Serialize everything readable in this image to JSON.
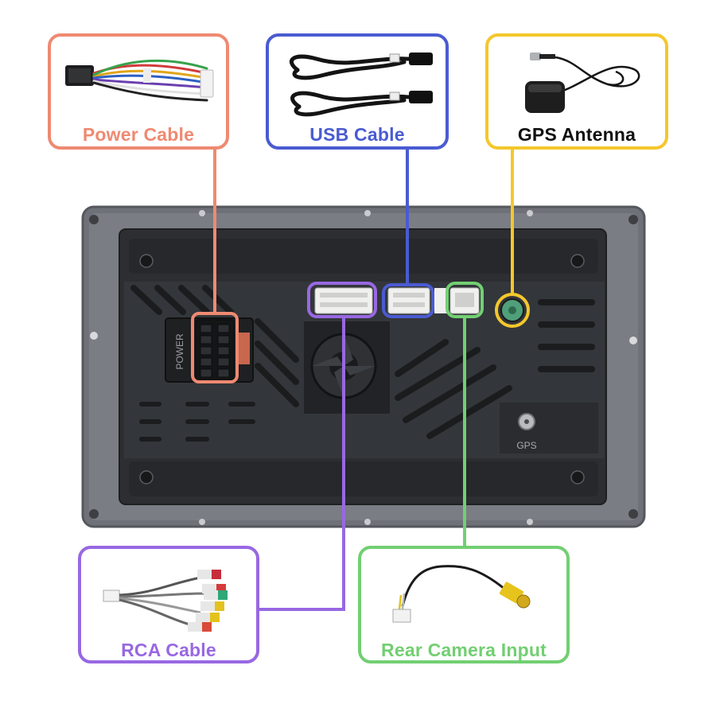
{
  "callouts": {
    "power": {
      "label": "Power Cable",
      "color": "#ee8a72"
    },
    "usb": {
      "label": "USB Cable",
      "color": "#4a5bd1"
    },
    "gps": {
      "label": "GPS Antenna",
      "color": "#f4c72c"
    },
    "rca": {
      "label": "RCA Cable",
      "color": "#9868e2"
    },
    "camera": {
      "label": "Rear Camera Input",
      "color": "#72cf72"
    }
  },
  "unit": {
    "power_port_print": "POWER",
    "gps_port_print": "GPS"
  },
  "icons": [
    "power-harness-icon",
    "usb-cable-icon",
    "gps-antenna-icon",
    "rca-harness-icon",
    "camera-cable-icon",
    "cooling-fan-icon"
  ]
}
